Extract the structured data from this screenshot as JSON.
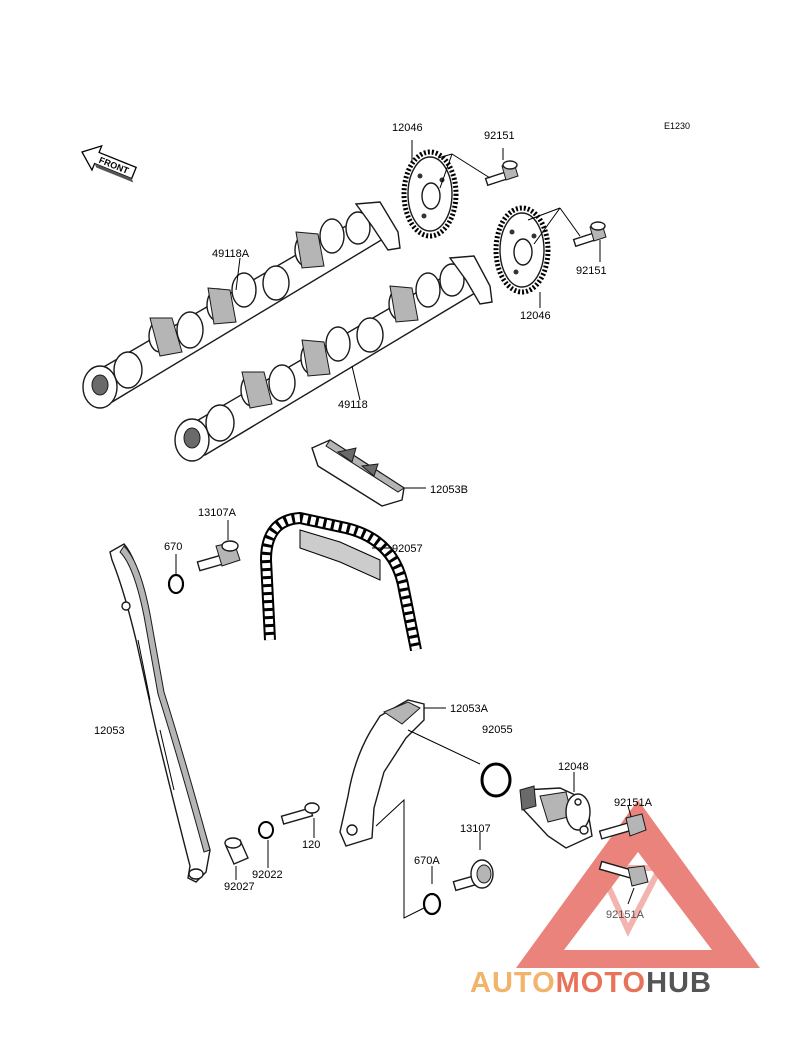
{
  "diagram_code": "E1230",
  "front_arrow_text": "FRONT",
  "labels": {
    "p12046_top": "12046",
    "p92151_top": "92151",
    "p49118A": "49118A",
    "p92151_mid": "92151",
    "p12046_mid": "12046",
    "p49118": "49118",
    "p12053B": "12053B",
    "p13107A": "13107A",
    "p670": "670",
    "p92057": "92057",
    "p12053": "12053",
    "p12053A": "12053A",
    "p92055": "92055",
    "p12048": "12048",
    "p92151A_top": "92151A",
    "p13107": "13107",
    "p120": "120",
    "p92022": "92022",
    "p670A": "670A",
    "p92027": "92027",
    "p92151A_bot": "92151A"
  },
  "watermark": {
    "part1": "AUTO",
    "part2": "MOTO",
    "part3": "HUB",
    "color1": "#f2b36b",
    "color2": "#e8735a",
    "color3": "#555555",
    "triangle_color": "#e45a4f"
  }
}
